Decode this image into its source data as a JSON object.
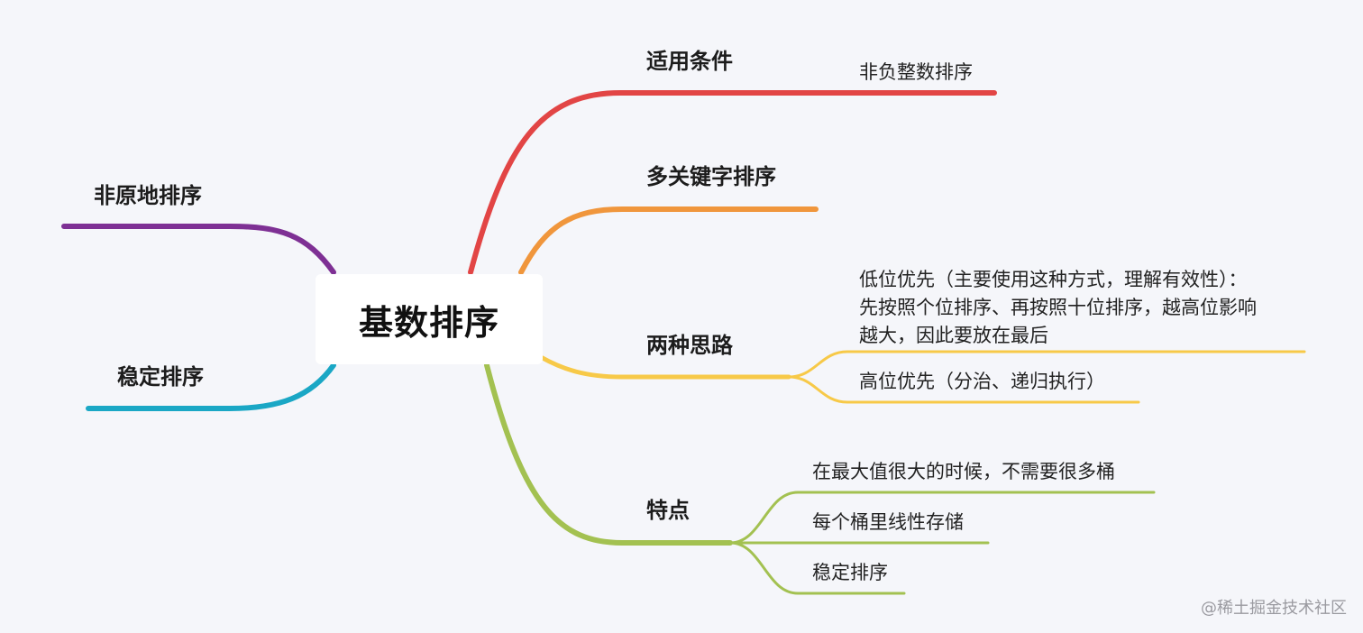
{
  "root": {
    "label": "基数排序"
  },
  "left_branches": [
    {
      "label": "非原地排序",
      "color": "#7e3094"
    },
    {
      "label": "稳定排序",
      "color": "#1aa7c5"
    }
  ],
  "right_branches": [
    {
      "label": "适用条件",
      "color": "#e24545",
      "children": [
        {
          "label": "非负整数排序"
        }
      ]
    },
    {
      "label": "多关键字排序",
      "color": "#f0963c",
      "children": []
    },
    {
      "label": "两种思路",
      "color": "#f7c948",
      "children": [
        {
          "lines": [
            "低位优先（主要使用这种方式，理解有效性）：",
            "先按照个位排序、再按照十位排序，越高位影响",
            "越大，因此要放在最后"
          ]
        },
        {
          "label": "高位优先（分治、递归执行）"
        }
      ]
    },
    {
      "label": "特点",
      "color": "#a3c151",
      "children": [
        {
          "label": "在最大值很大的时候，不需要很多桶"
        },
        {
          "label": "每个桶里线性存储"
        },
        {
          "label": "稳定排序"
        }
      ]
    }
  ],
  "watermark": "@稀土掘金技术社区"
}
